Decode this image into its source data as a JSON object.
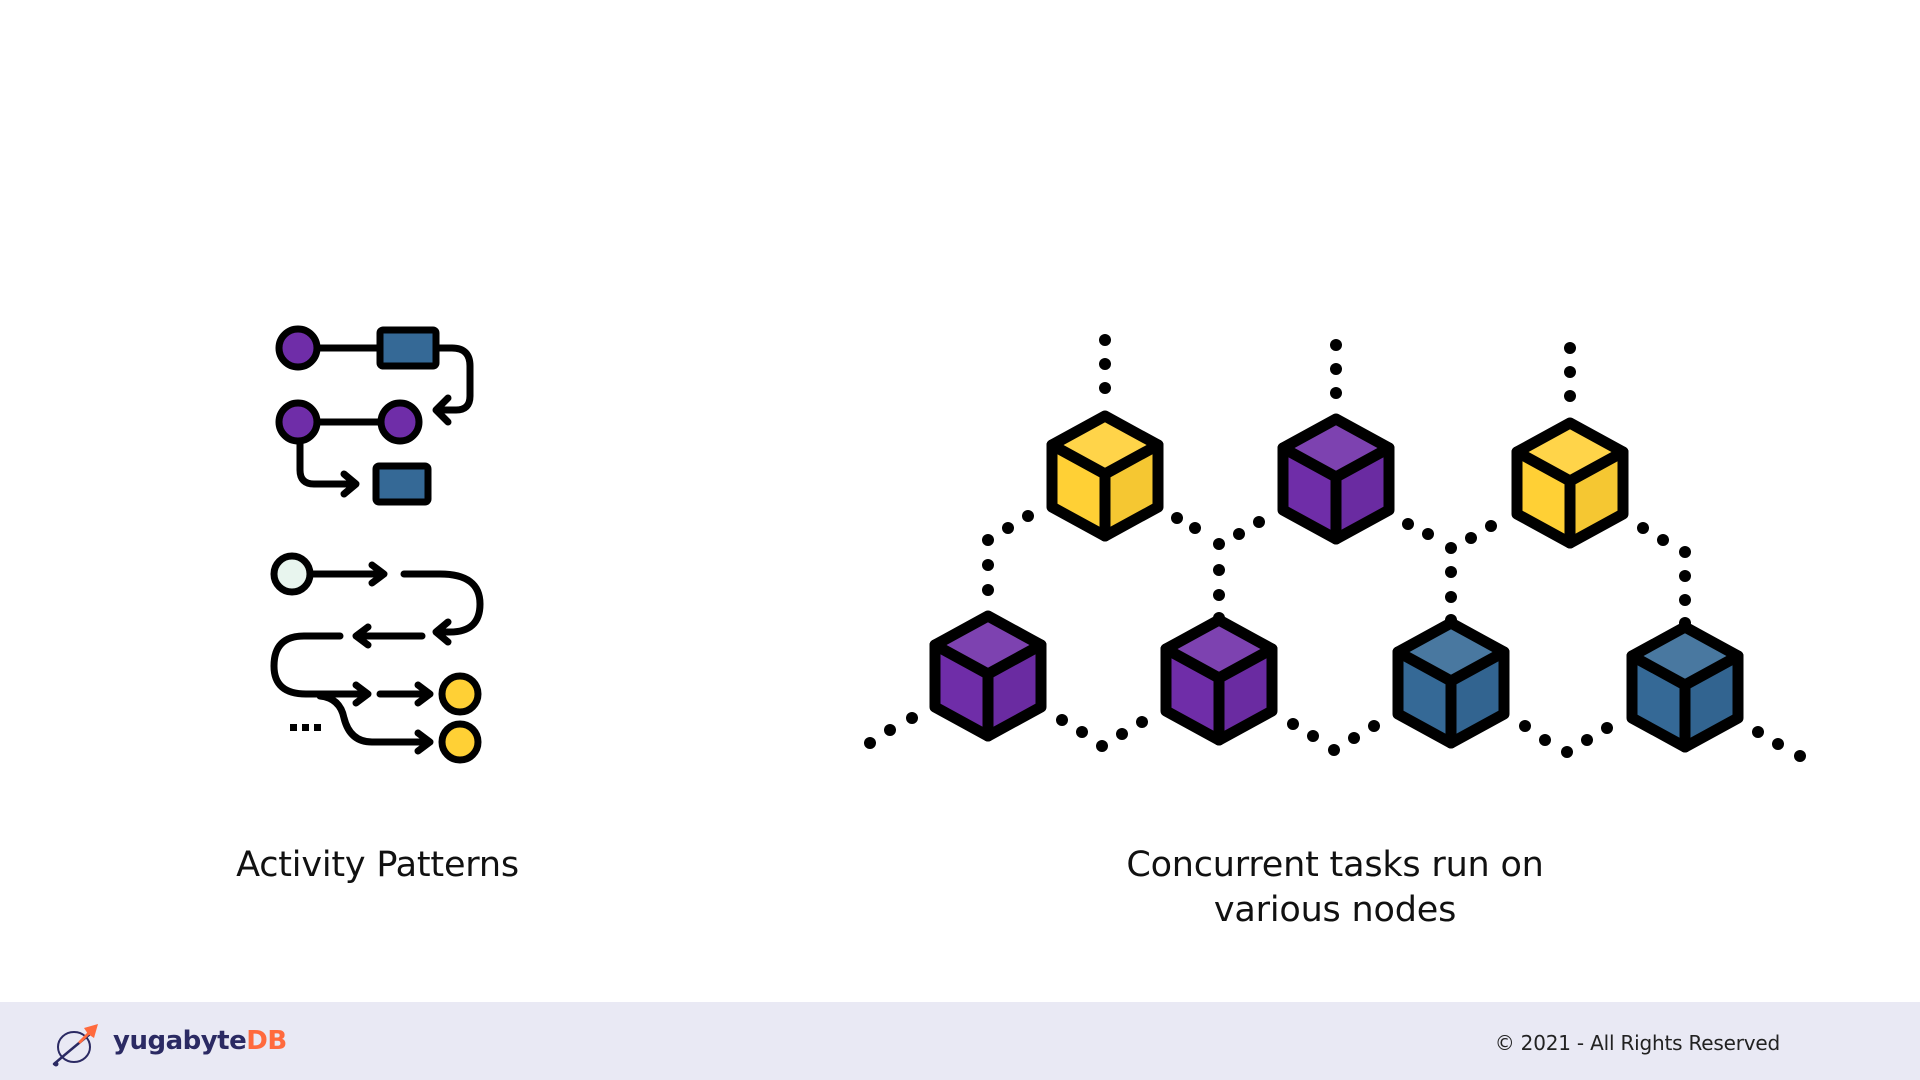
{
  "left_panel": {
    "caption": "Activity Patterns",
    "icon": "activity-patterns-icon"
  },
  "right_panel": {
    "caption_line1": "Concurrent tasks run on",
    "caption_line2": "various nodes",
    "icon": "distributed-nodes-icon"
  },
  "footer": {
    "logo_icon": "yugabyte-logo-icon",
    "logo_part_a": "yugabyte",
    "logo_part_b": "DB",
    "copyright": "© 2021 - All Rights Reserved"
  },
  "colors": {
    "purple": "#6f2da8",
    "blue": "#356996",
    "yellow": "#ffd035",
    "mint": "#e8f5ee",
    "outline": "#000000",
    "footer_bg": "#e9e9f4",
    "brand_dark": "#2b2a63",
    "brand_orange": "#ff6a3d"
  }
}
